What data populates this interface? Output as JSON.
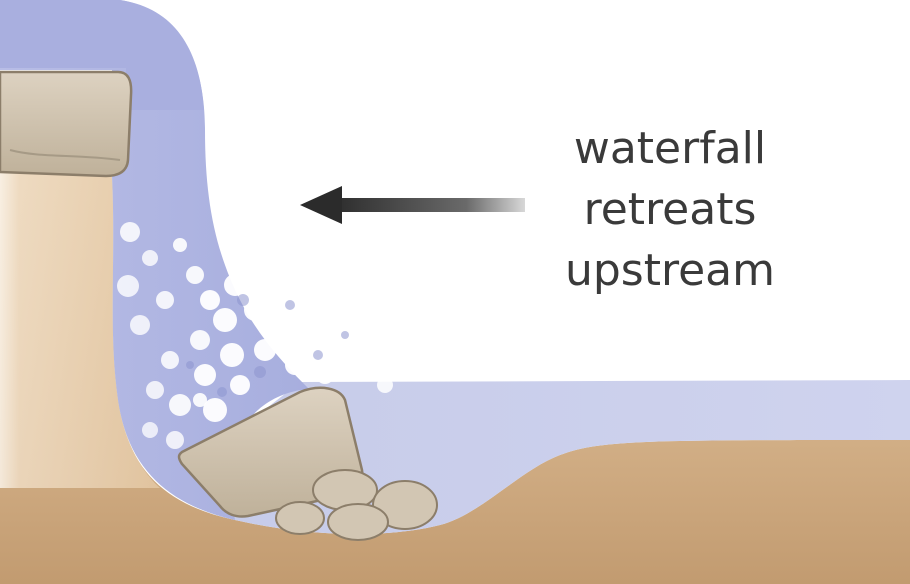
{
  "caption": {
    "line1": "waterfall",
    "line2": "retreats",
    "line3": "upstream"
  },
  "colors": {
    "water": "#aab0df",
    "sediment": "#c9a27a",
    "rock": "#cdbfa8",
    "rock_outline": "#8c7e6a",
    "arrow": "#333333",
    "text": "#3a3a3a"
  }
}
